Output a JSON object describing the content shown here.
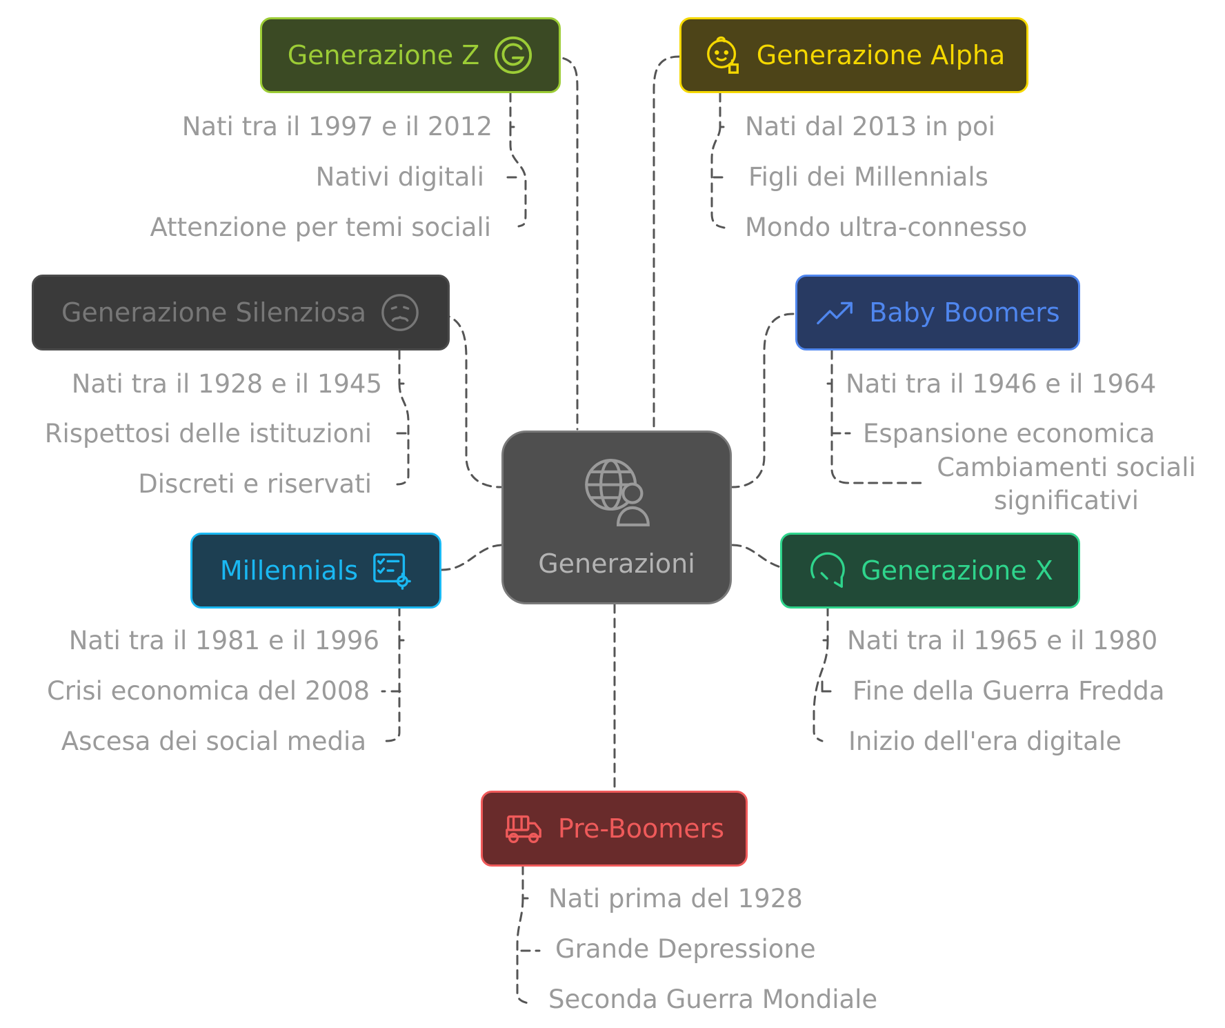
{
  "center": {
    "label": "Generazioni",
    "icon": "globe-person-icon"
  },
  "nodes": {
    "genz": {
      "label": "Generazione Z",
      "icon": "letter-g-icon",
      "bg": "#3b4a24",
      "border": "#9ccc36",
      "color": "#9ccc36",
      "details": [
        "Nati tra il 1997 e il 2012",
        "Nativi digitali",
        "Attenzione per temi sociali"
      ]
    },
    "alpha": {
      "label": "Generazione Alpha",
      "icon": "baby-face-icon",
      "bg": "#4d4418",
      "border": "#f5d800",
      "color": "#f5d800",
      "details": [
        "Nati dal 2013 in poi",
        "Figli dei Millennials",
        "Mondo ultra-connesso"
      ]
    },
    "silent": {
      "label": "Generazione Silenziosa",
      "icon": "sad-face-icon",
      "bg": "#3a3a3a",
      "border": "#4a4a4a",
      "color": "#777777",
      "details": [
        "Nati tra il 1928 e il 1945",
        "Rispettosi delle istituzioni",
        "Discreti e riservati"
      ]
    },
    "boomers": {
      "label": "Baby Boomers",
      "icon": "trending-up-icon",
      "bg": "#283a62",
      "border": "#4f86ee",
      "color": "#4f86ee",
      "details": [
        "Nati tra il 1946 e il 1964",
        "Espansione economica",
        "Cambiamenti sociali significativi"
      ]
    },
    "millennials": {
      "label": "Millennials",
      "icon": "checklist-gear-icon",
      "bg": "#1d3f52",
      "border": "#1ab8f2",
      "color": "#1ab8f2",
      "details": [
        "Nati tra il 1981 e il 1996",
        "Crisi economica del 2008",
        "Ascesa dei social media"
      ]
    },
    "genx": {
      "label": "Generazione X",
      "icon": "rotate-arrow-icon",
      "bg": "#214a37",
      "border": "#2fd48c",
      "color": "#2fd48c",
      "details": [
        "Nati tra il 1965 e il 1980",
        "Fine della Guerra Fredda",
        "Inizio dell'era digitale"
      ]
    },
    "preboomers": {
      "label": "Pre-Boomers",
      "icon": "vintage-car-icon",
      "bg": "#692b2b",
      "border": "#ef5a5a",
      "color": "#ef5a5a",
      "details": [
        "Nati prima del 1928",
        "Grande Depressione",
        "Seconda Guerra Mondiale"
      ]
    }
  },
  "colors": {
    "wire": "#555555",
    "detail_text": "#9a9a9a"
  }
}
